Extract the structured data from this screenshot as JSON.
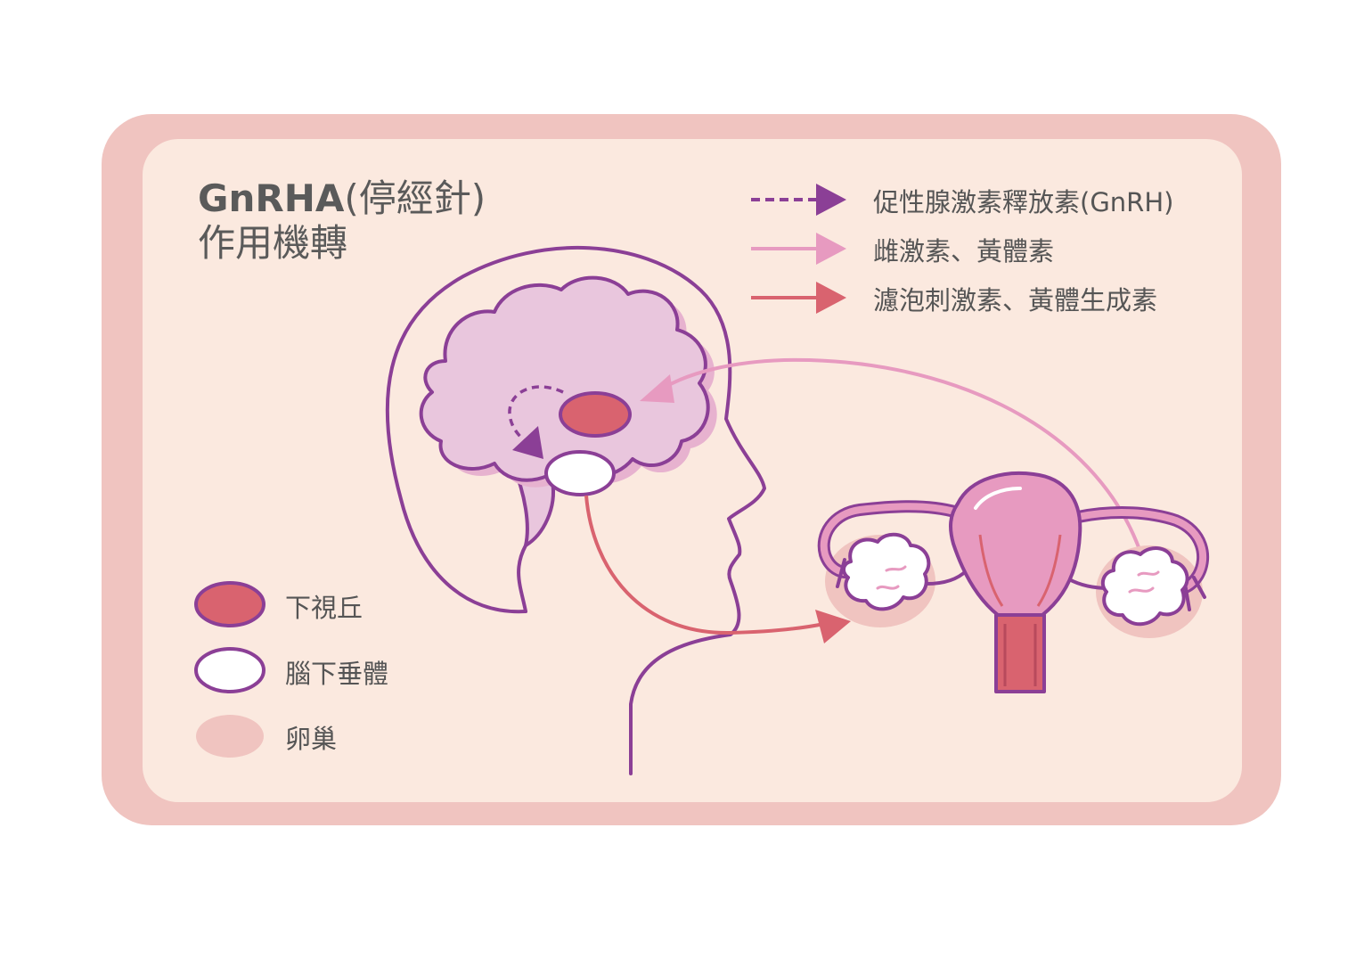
{
  "title": {
    "line1_bold": "GnRHA",
    "line1_rest": "(停經針)",
    "line2": "作用機轉"
  },
  "arrow_legend": [
    {
      "label": "促性腺激素釋放素(GnRH)",
      "style": "dashed",
      "color": "#8b3f96"
    },
    {
      "label": "雌激素、黃體素",
      "style": "solid",
      "color": "#e79ac0"
    },
    {
      "label": "濾泡刺激素、黃體生成素",
      "style": "solid",
      "color": "#d9636f"
    }
  ],
  "organ_legend": [
    {
      "label": "下視丘",
      "fill": "#d9636f",
      "outline": "#8b3f96"
    },
    {
      "label": "腦下垂體",
      "fill": "#ffffff",
      "outline": "#8b3f96"
    },
    {
      "label": "卵巢",
      "fill": "#f0c4c0",
      "outline": ""
    }
  ],
  "colors": {
    "card_outer": "#f0c4c0",
    "card_inner": "#fbe9df",
    "outline_purple": "#8b3f96",
    "brain_fill": "#e9c6dd",
    "uterus_fill": "#e79ac0"
  }
}
